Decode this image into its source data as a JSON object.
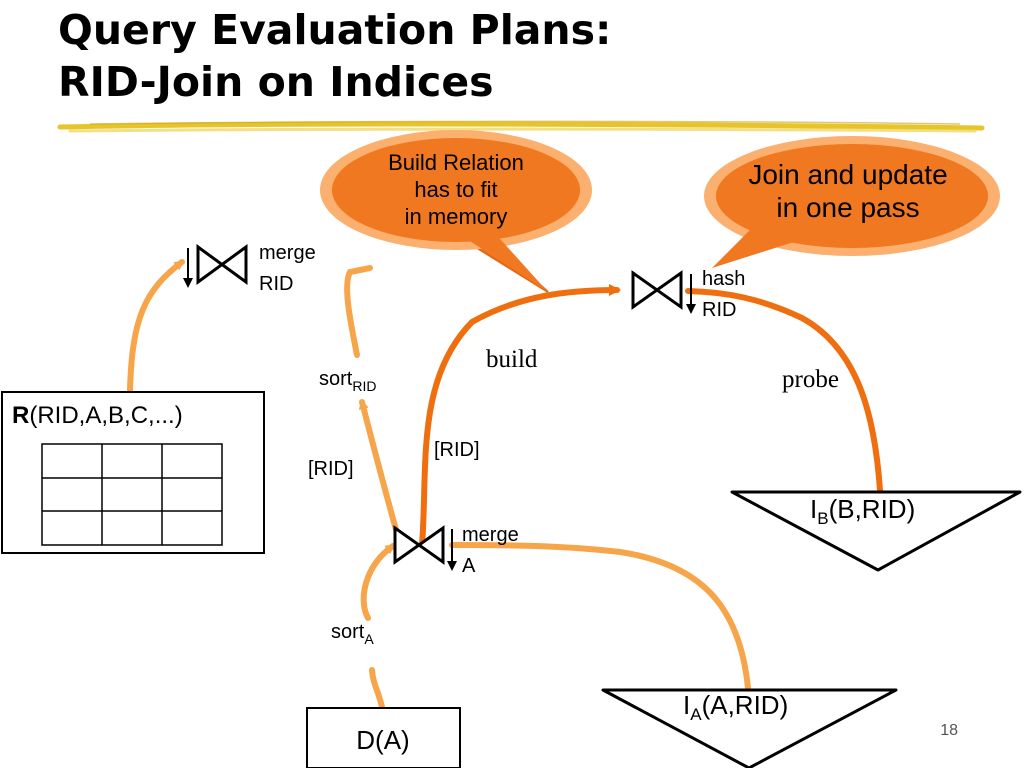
{
  "slide": {
    "title_line1": "Query Evaluation Plans:",
    "title_line2": "RID-Join on Indices",
    "page_number": "18"
  },
  "callouts": {
    "build_relation": [
      "Build Relation",
      "has to fit",
      "in memory"
    ],
    "join_update": [
      "Join and update",
      "in one pass"
    ]
  },
  "operators": {
    "merge_rid": [
      "merge",
      "RID"
    ],
    "hash_rid": [
      "hash",
      "RID"
    ],
    "merge_a": [
      "merge",
      "A"
    ]
  },
  "labels": {
    "sort_rid_base": "sort",
    "sort_rid_sub": "RID",
    "sort_a_base": "sort",
    "sort_a_sub": "A",
    "rid_left": "[RID]",
    "rid_right": "[RID]",
    "build": "build",
    "probe": "probe"
  },
  "relation_r": {
    "name": "R",
    "attrs": "(RID,A,B,C,...)",
    "rows": 3,
    "cols": 3
  },
  "index_b": {
    "base": "I",
    "sub": "B",
    "rest": "(B,RID)"
  },
  "index_a": {
    "base": "I",
    "sub": "A",
    "rest": "(A,RID)"
  },
  "relation_d": {
    "label": "D(A)"
  },
  "colors": {
    "callout_fill": "#f07820",
    "callout_ring": "#fbb070",
    "arrow_light": "#f7a54a",
    "arrow_dark": "#ef6f10",
    "underline": "#e7c52a"
  }
}
